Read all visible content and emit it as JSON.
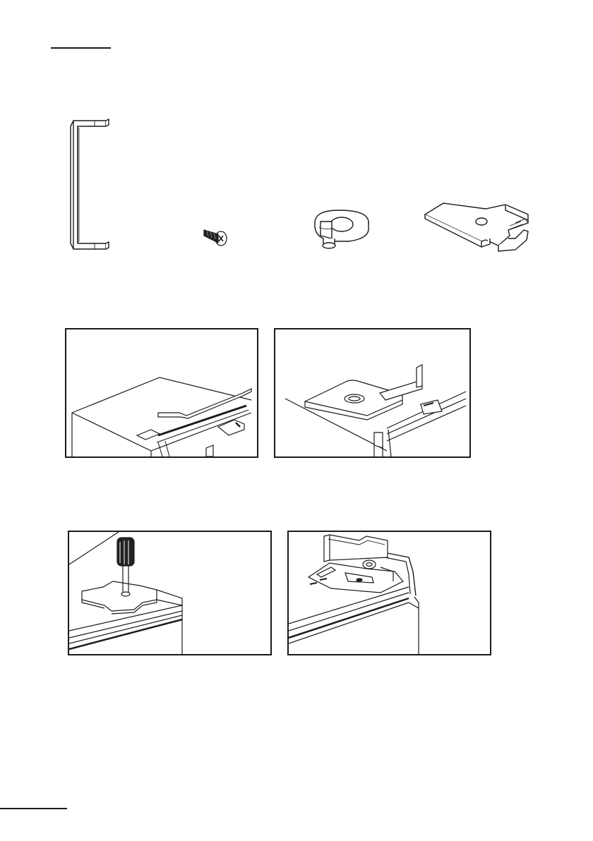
{
  "page": {
    "heading_rule": "present",
    "footer_rule": "present"
  },
  "parts": [
    {
      "name": "door-handle",
      "icon": "handle-icon"
    },
    {
      "name": "screw",
      "icon": "screw-icon"
    },
    {
      "name": "hinge-pin-bushing",
      "icon": "bushing-icon"
    },
    {
      "name": "hinge-bracket",
      "icon": "bracket-icon"
    }
  ],
  "steps": [
    {
      "name": "remove-top-cover",
      "icon": "top-cover-icon"
    },
    {
      "name": "remove-hinge-cover",
      "icon": "hinge-cover-icon"
    },
    {
      "name": "unscrew-hinge",
      "icon": "screwdriver-icon"
    },
    {
      "name": "hinge-detail",
      "icon": "hinge-detail-icon"
    }
  ],
  "colors": {
    "line": "#1a1a1a",
    "fill": "#ffffff",
    "shade": "#444444"
  }
}
